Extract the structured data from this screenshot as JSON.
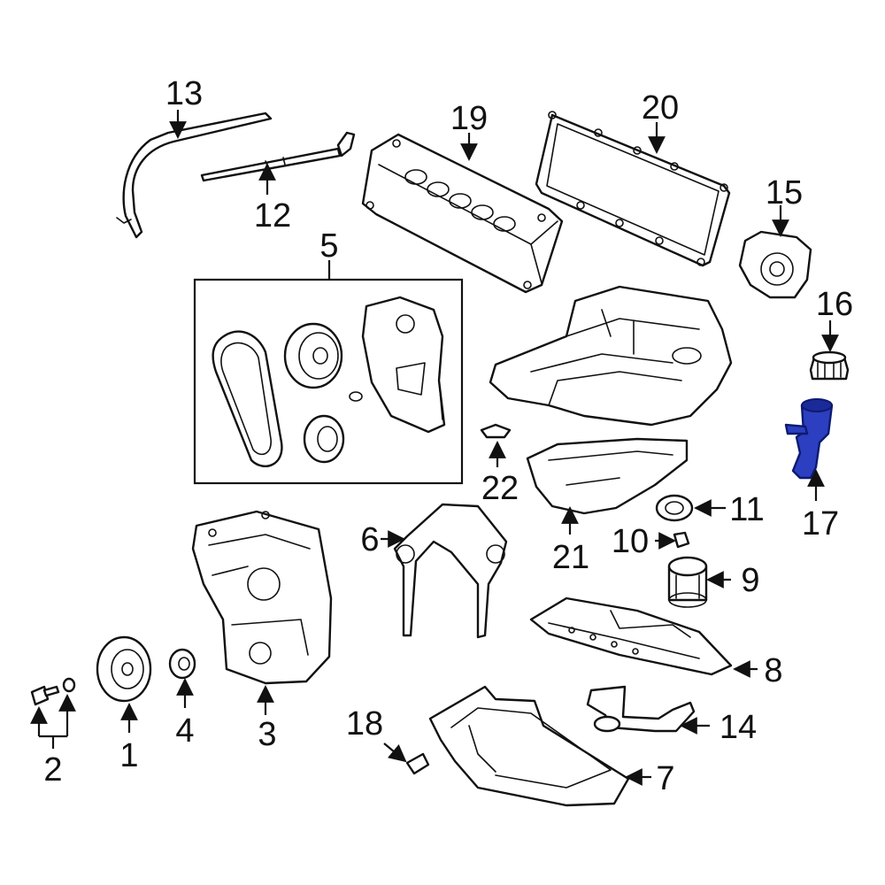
{
  "highlight_color": "#2b3fc0",
  "outline_color": "#111111",
  "background_color": "#ffffff",
  "callouts": [
    {
      "id": "c1",
      "label": "1"
    },
    {
      "id": "c2",
      "label": "2"
    },
    {
      "id": "c3",
      "label": "3"
    },
    {
      "id": "c4",
      "label": "4"
    },
    {
      "id": "c5",
      "label": "5"
    },
    {
      "id": "c6",
      "label": "6"
    },
    {
      "id": "c7",
      "label": "7"
    },
    {
      "id": "c8",
      "label": "8"
    },
    {
      "id": "c9",
      "label": "9"
    },
    {
      "id": "c10",
      "label": "10"
    },
    {
      "id": "c11",
      "label": "11"
    },
    {
      "id": "c12",
      "label": "12"
    },
    {
      "id": "c13",
      "label": "13"
    },
    {
      "id": "c14",
      "label": "14"
    },
    {
      "id": "c15",
      "label": "15"
    },
    {
      "id": "c16",
      "label": "16"
    },
    {
      "id": "c17",
      "label": "17",
      "highlighted": true
    },
    {
      "id": "c18",
      "label": "18"
    },
    {
      "id": "c19",
      "label": "19"
    },
    {
      "id": "c20",
      "label": "20"
    },
    {
      "id": "c21",
      "label": "21"
    },
    {
      "id": "c22",
      "label": "22"
    }
  ]
}
